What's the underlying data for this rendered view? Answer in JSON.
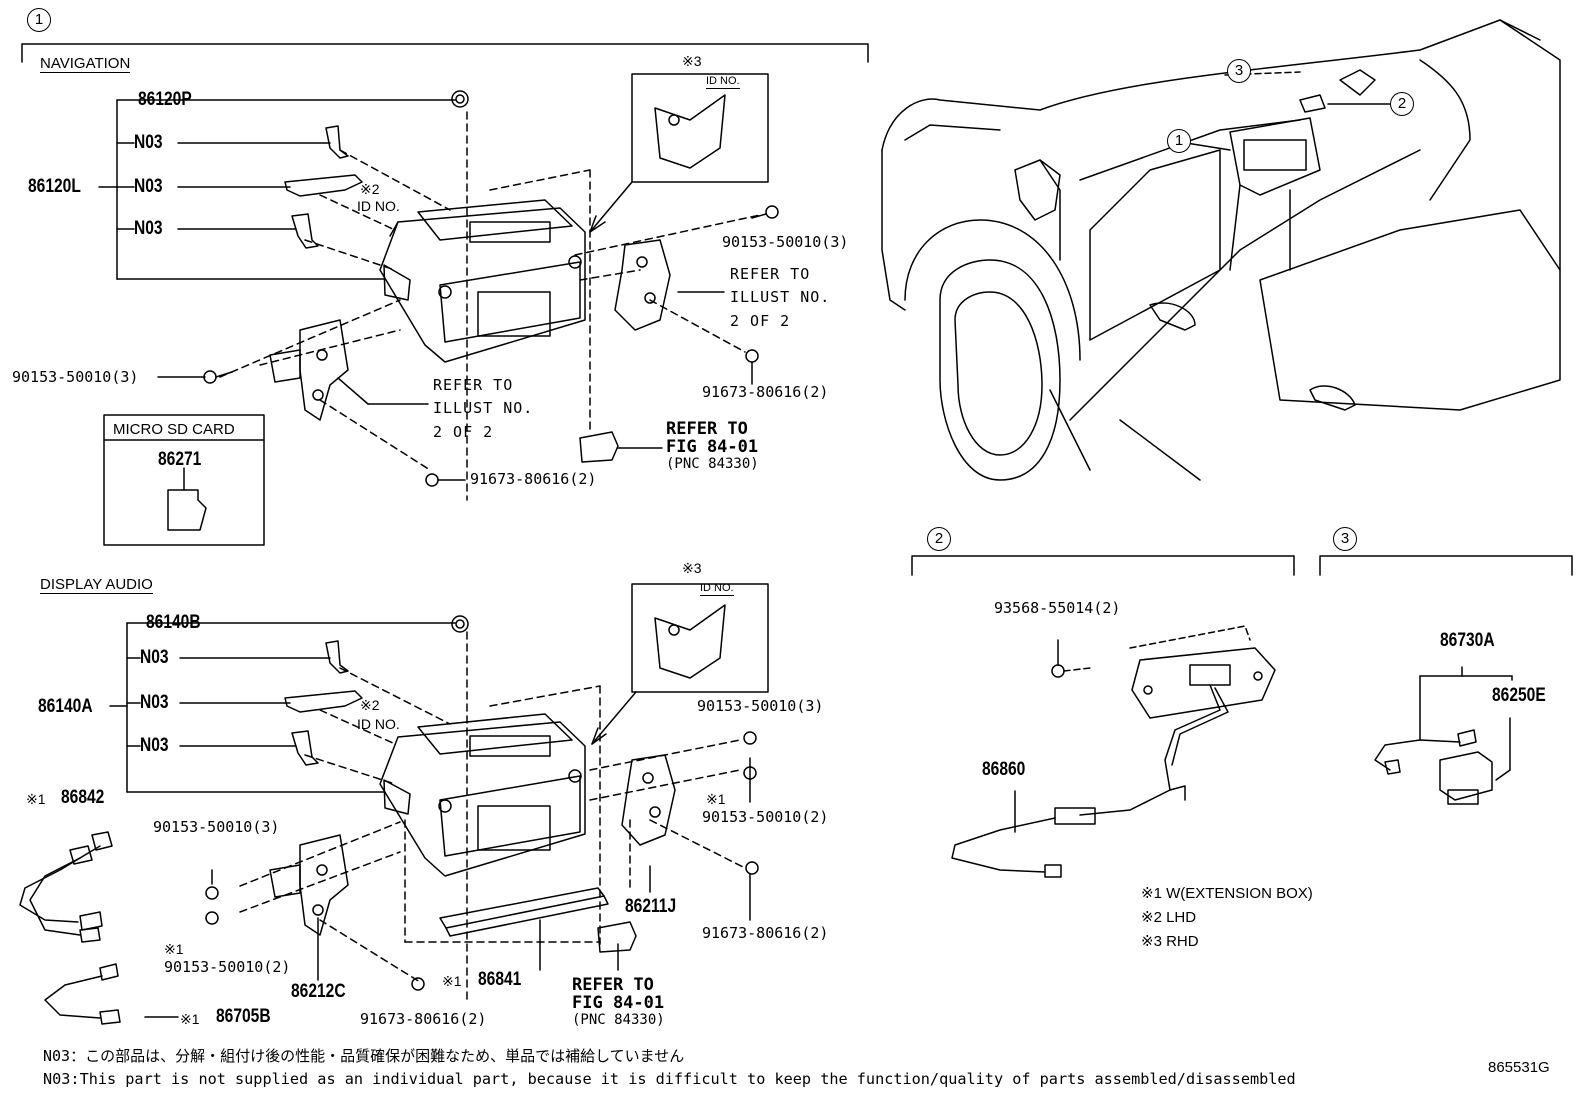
{
  "section_markers": [
    "1",
    "2",
    "3"
  ],
  "navigation": {
    "heading": "NAVIGATION",
    "assy": "86120L",
    "parts": [
      "86120P",
      "N03",
      "N03",
      "N03"
    ],
    "note_lhd": "※2",
    "id_no": "ID NO.",
    "note_rhd": "※3",
    "id_no_inset": "ID NO.",
    "screw_right": "90153-50010(3)",
    "screw_left": "90153-50010(3)",
    "bolt_right": "91673-80616(2)",
    "bolt_bottom": "91673-80616(2)",
    "refer_right": [
      "REFER TO",
      "ILLUST NO.",
      "2 OF 2"
    ],
    "refer_center": [
      "REFER TO",
      "ILLUST NO.",
      "2 OF 2"
    ],
    "refer_fig": [
      "REFER TO",
      "FIG 84-01",
      "(PNC 84330)"
    ],
    "micro_sd_title": "MICRO SD CARD",
    "micro_sd_part": "86271"
  },
  "display_audio": {
    "heading": "DISPLAY AUDIO",
    "assy": "86140A",
    "parts": [
      "86140B",
      "N03",
      "N03",
      "N03"
    ],
    "note_lhd": "※2",
    "id_no": "ID NO.",
    "note_rhd": "※3",
    "id_no_inset": "ID NO.",
    "screw_right_top": "90153-50010(3)",
    "screw_right_mid_note": "※1",
    "screw_right_mid": "90153-50010(2)",
    "screw_left_top": "90153-50010(3)",
    "screw_left_bottom_note": "※1",
    "screw_left_bottom": "90153-50010(2)",
    "bolt_right": "91673-80616(2)",
    "bolt_bottom": "91673-80616(2)",
    "bracket_right": "86211J",
    "bracket_left": "86212C",
    "harness_note": "※1",
    "harness": "86842",
    "cable_note": "※1",
    "cable": "86841",
    "cable2_note": "※1",
    "cable2": "86705B",
    "refer_fig": [
      "REFER TO",
      "FIG 84-01",
      "(PNC 84330)"
    ]
  },
  "section2": {
    "bolt": "93568-55014(2)",
    "part": "86860"
  },
  "section3": {
    "assy": "86730A",
    "part": "86250E"
  },
  "legend": [
    "※1 W(EXTENSION BOX)",
    "※2 LHD",
    "※3 RHD"
  ],
  "footnote_ja": "N03：この部品は、分解・組付け後の性能・品質確保が困難なため、単品では補給していません",
  "footnote_en": "N03:This part is not supplied as an individual part, because it is difficult to keep the function/quality of parts assembled/disassembled",
  "illustration_no": "865531G"
}
